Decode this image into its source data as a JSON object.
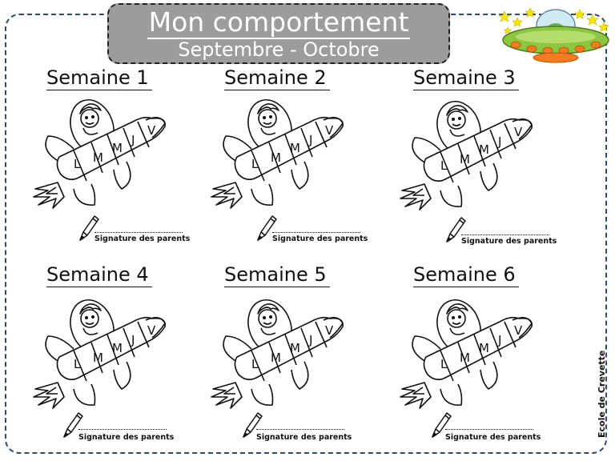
{
  "header": {
    "title": "Mon comportement",
    "subtitle": "Septembre - Octobre"
  },
  "weeks": [
    {
      "title": "Semaine 1",
      "days": [
        "L",
        "M",
        "M",
        "J",
        "V"
      ],
      "signature": "Signature des parents"
    },
    {
      "title": "Semaine 2",
      "days": [
        "L",
        "M",
        "M",
        "J",
        "V"
      ],
      "signature": "Signature des parents"
    },
    {
      "title": "Semaine 3",
      "days": [
        "L",
        "M",
        "M",
        "J",
        "V"
      ],
      "signature": "Signature des parents"
    },
    {
      "title": "Semaine 4",
      "days": [
        "L",
        "M",
        "M",
        "J",
        "V"
      ],
      "signature": "Signature des parents"
    },
    {
      "title": "Semaine 5",
      "days": [
        "L",
        "M",
        "M",
        "J",
        "V"
      ],
      "signature": "Signature des parents"
    },
    {
      "title": "Semaine 6",
      "days": [
        "L",
        "M",
        "M",
        "J",
        "V"
      ],
      "signature": "Signature des parents"
    }
  ],
  "footer": {
    "credit": "Ecole de Crevette"
  },
  "colors": {
    "title_box": "#9c9c9c",
    "frame": "#2f4a6b",
    "ufo_body": "#8dc63f",
    "ufo_lights": "#f47b20",
    "stars": "#f5e600"
  },
  "icons": [
    "rocket-icon",
    "pencil-icon",
    "ufo-icon",
    "star-icon"
  ]
}
